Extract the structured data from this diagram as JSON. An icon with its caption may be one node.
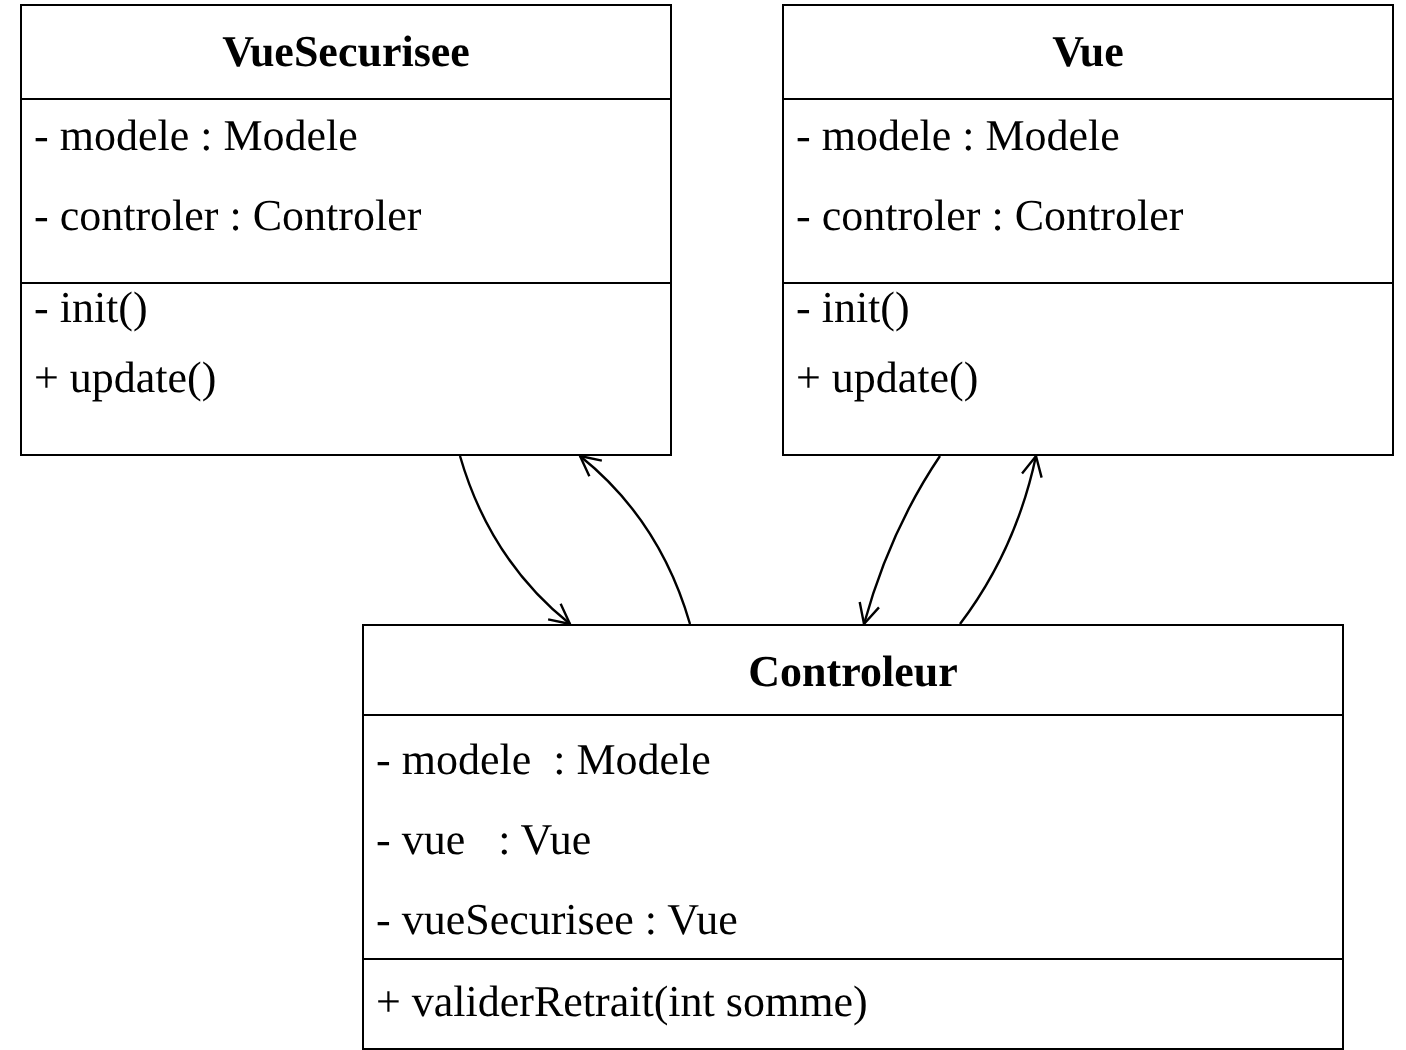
{
  "diagram": {
    "nodes": [
      {
        "text": [
          "VueSecurisee",
          "- modele : Modele",
          "- controler : Controler",
          "- init()",
          "+ update()"
        ]
      },
      {
        "text": [
          "Vue",
          "- modele : Modele",
          "- controler : Controler",
          "- init()",
          "+ update()"
        ]
      },
      {
        "text": [
          "Controleur",
          "- modele  : Modele",
          "- vue   : Vue",
          "- vueSecurisee : Vue",
          "+ validerRetrait(int somme)"
        ]
      }
    ],
    "edges": [
      {
        "from": 0,
        "to": 2,
        "arrow": "to"
      },
      {
        "from": 2,
        "to": 0,
        "arrow": "to"
      },
      {
        "from": 1,
        "to": 2,
        "arrow": "to"
      },
      {
        "from": 2,
        "to": 1,
        "arrow": "to"
      }
    ]
  }
}
